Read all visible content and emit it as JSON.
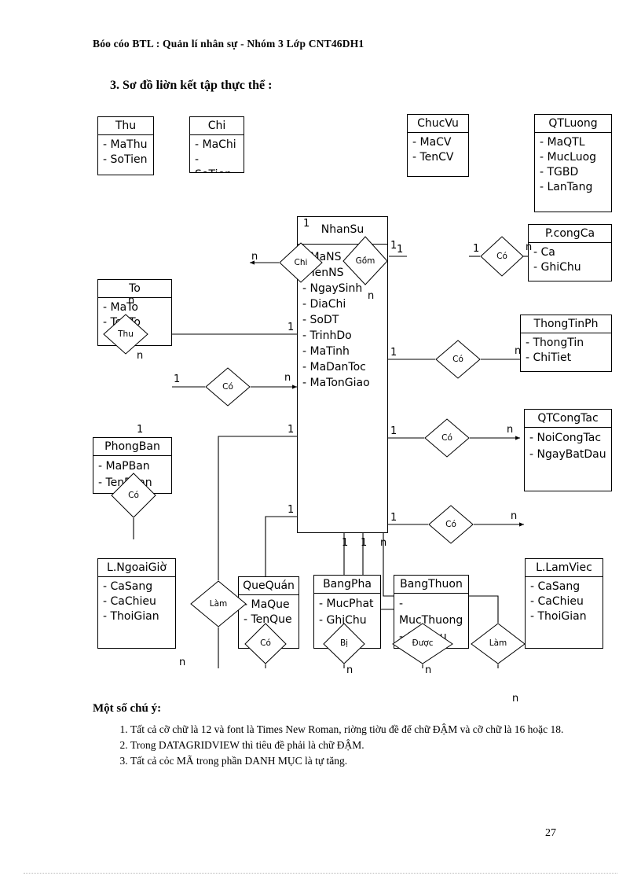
{
  "header": {
    "running_head": "Bóo cóo BTL : Quản lí nhân sự - Nhóm 3 Lớp CNT46DH1",
    "section_title": "3. Sơ đồ liờn kết tập thực thể :"
  },
  "page_number": "27",
  "notes": {
    "title": "Một số chú ý:",
    "items": [
      "Tất cả cỡ chữ là 12 và font là Times New Roman, riờng tiờu đề để chữ ĐẬM và cỡ chữ là 16 hoặc 18.",
      "Trong DATAGRIDVIEW thì tiêu đề phải là chữ ĐẬM.",
      "Tất cả cỏc MÃ trong phần DANH MỤC là tự tăng."
    ]
  },
  "diagram": {
    "entities": [
      {
        "id": "thu",
        "name": "Thu",
        "attrs": [
          "- MaThu",
          "- SoTien"
        ]
      },
      {
        "id": "chi",
        "name": "Chi",
        "attrs": [
          "- MaChi",
          "- SoTien"
        ]
      },
      {
        "id": "chucvu",
        "name": "ChucVu",
        "attrs": [
          "- MaCV",
          "- TenCV"
        ]
      },
      {
        "id": "qtluong",
        "name": "QTLuong",
        "attrs": [
          "- MaQTL",
          "- MucLuog",
          "- TGBD",
          "- LanTang"
        ]
      },
      {
        "id": "nhansu",
        "name": "NhanSu",
        "attrs": [
          "- MaNS",
          "- TenNS",
          "- NgaySinh",
          "- DiaChi",
          "- SoDT",
          "- TrinhDo",
          "- MaTinh",
          "- MaDanToc",
          "- MaTonGiao"
        ]
      },
      {
        "id": "pcongca",
        "name": "P.congCa",
        "attrs": [
          "- Ca",
          "- GhiChu"
        ]
      },
      {
        "id": "thongtinph",
        "name": "ThongTinPh",
        "attrs": [
          "- ThongTin",
          "- ChiTiet"
        ]
      },
      {
        "id": "qtcongtac",
        "name": "QTCongTac",
        "attrs": [
          "- NoiCongTac",
          "- NgayBatDau"
        ]
      },
      {
        "id": "to",
        "name": "To",
        "attrs": [
          "- MaTo",
          "- TenTo"
        ]
      },
      {
        "id": "phongban",
        "name": "PhongBan",
        "attrs": [
          "- MaPBan",
          "- TenPBan"
        ]
      },
      {
        "id": "lngoaigio",
        "name": "L.NgoaiGiờ",
        "attrs": [
          "- CaSang",
          "- CaChieu",
          "- ThoiGian"
        ]
      },
      {
        "id": "quequan",
        "name": "QueQuán",
        "attrs": [
          "- MaQue",
          "- TenQue"
        ]
      },
      {
        "id": "bangphat",
        "name": "BangPha",
        "attrs": [
          "- MucPhat",
          "- GhiChu"
        ]
      },
      {
        "id": "bangthuong",
        "name": "BangThuon",
        "attrs": [
          "- MucThuong",
          "- GhiChu"
        ]
      },
      {
        "id": "llamviec",
        "name": "L.LamViec",
        "attrs": [
          "- CaSang",
          "- CaChieu",
          "- ThoiGian"
        ]
      }
    ],
    "relationships": [
      {
        "id": "rel-chi",
        "label": "Chi"
      },
      {
        "id": "rel-gom",
        "label": "Gồm"
      },
      {
        "id": "rel-co-chucvu",
        "label": "Có"
      },
      {
        "id": "rel-thu",
        "label": "Thu"
      },
      {
        "id": "rel-co-pcongca",
        "label": "Có"
      },
      {
        "id": "rel-co-to",
        "label": "Có"
      },
      {
        "id": "rel-co-ttph",
        "label": "Có"
      },
      {
        "id": "rel-co-pban",
        "label": "Có"
      },
      {
        "id": "rel-co-qtct",
        "label": "Có"
      },
      {
        "id": "rel-lam-ngoai",
        "label": "Làm"
      },
      {
        "id": "rel-co-que",
        "label": "Có"
      },
      {
        "id": "rel-bi",
        "label": "Bị"
      },
      {
        "id": "rel-duoc",
        "label": "Được"
      },
      {
        "id": "rel-lam-viec",
        "label": "Làm"
      }
    ],
    "cardinalities": [
      "n",
      "n",
      "1",
      "1",
      "n",
      "1",
      "1",
      "1",
      "n",
      "1",
      "n",
      "1",
      "n",
      "1",
      "n",
      "1",
      "n",
      "1",
      "1",
      "n",
      "1",
      "1",
      "1",
      "n",
      "n",
      "n",
      "n",
      "n"
    ]
  }
}
